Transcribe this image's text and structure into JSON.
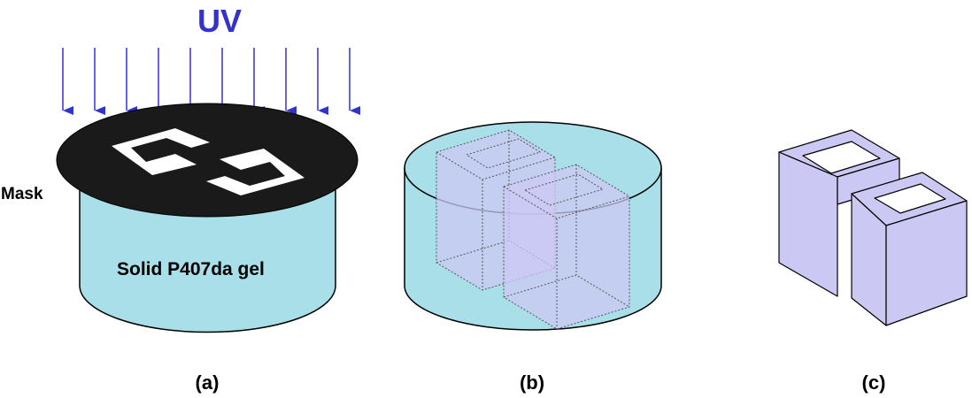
{
  "labels": {
    "uv": "UV",
    "mask": "Mask",
    "gel": "Solid P407da gel",
    "panel_a": "(a)",
    "panel_b": "(b)",
    "panel_c": "(c)"
  },
  "colors": {
    "uv": "#3333cc",
    "gel": "#a8dfe8",
    "mask": "#1a1a1a",
    "structure": "#ccc8f4",
    "outline": "#000000",
    "background": "#ffffff"
  }
}
